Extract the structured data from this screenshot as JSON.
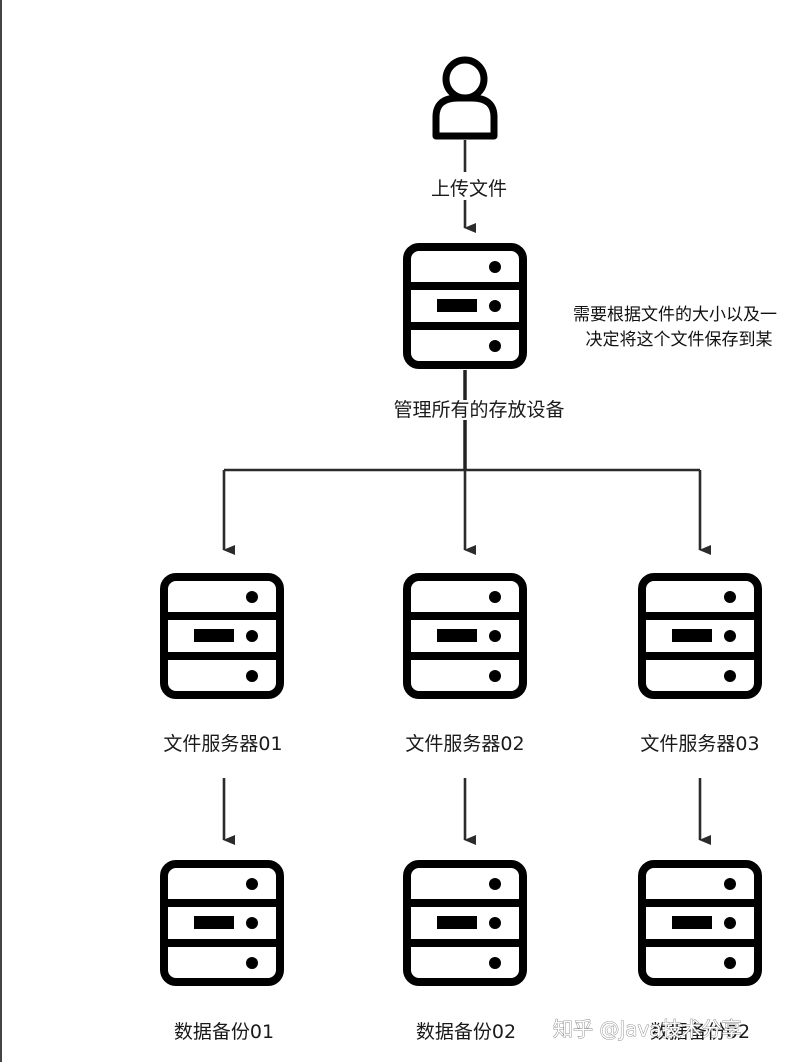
{
  "diagram": {
    "user": {
      "icon": "user-icon",
      "edge_label": "上传文件"
    },
    "manager": {
      "icon": "server-icon",
      "label": "管理所有的存放设备",
      "note_lines": [
        "需要根据文件的大小以及一",
        "决定将这个文件保存到某"
      ]
    },
    "file_servers": [
      {
        "icon": "server-icon",
        "label": "文件服务器01"
      },
      {
        "icon": "server-icon",
        "label": "文件服务器02"
      },
      {
        "icon": "server-icon",
        "label": "文件服务器03"
      }
    ],
    "backups": [
      {
        "icon": "server-icon",
        "label": "数据备份01"
      },
      {
        "icon": "server-icon",
        "label": "数据备份02"
      },
      {
        "icon": "server-icon",
        "label": "数据备份02"
      }
    ],
    "watermark": "知乎 @Java技术分享"
  }
}
